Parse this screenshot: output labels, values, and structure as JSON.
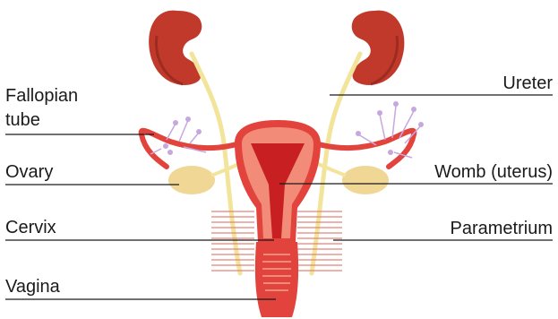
{
  "labels": {
    "fallopian_line1": "Fallopian",
    "fallopian_line2": "tube",
    "ovary": "Ovary",
    "cervix": "Cervix",
    "vagina": "Vagina",
    "ureter": "Ureter",
    "womb": "Womb (uterus)",
    "parametrium": "Parametrium"
  },
  "colors": {
    "kidney": "#c0392b",
    "kidney_shadow": "#9c2b20",
    "ureter": "#f2e49a",
    "uterus": "#e2433c",
    "uterus_inner": "#f28b78",
    "uterine_cavity": "#c81f23",
    "ovary": "#f1d796",
    "fimbriae": "#c7a7e0",
    "parametrium": "#e3847a",
    "label_text": "#1a1a1a"
  }
}
